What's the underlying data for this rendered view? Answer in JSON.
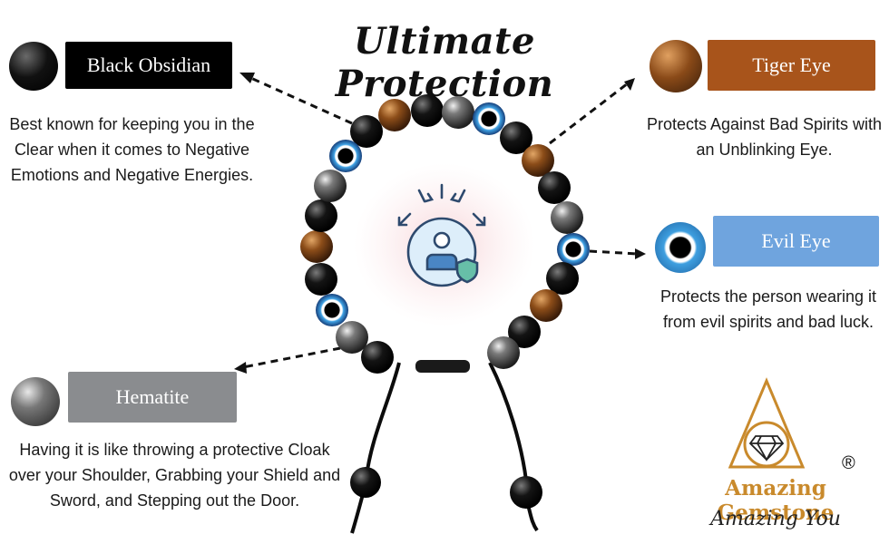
{
  "title": "Ultimate Protection",
  "stones": {
    "black_obsidian": {
      "name": "Black Obsidian",
      "description": "Best known for keeping you in the Clear when it comes to Negative Emotions and Negative Energies.",
      "color": "#000000"
    },
    "tiger_eye": {
      "name": "Tiger Eye",
      "description": "Protects Against Bad Spirits with an Unblinking Eye.",
      "color": "#a8541b"
    },
    "evil_eye": {
      "name": "Evil Eye",
      "description": "Protects the person wearing it from evil spirits and bad luck.",
      "color": "#6fa4de"
    },
    "hematite": {
      "name": "Hematite",
      "description": "Having it is like throwing a protective Cloak over your Shoulder, Grabbing your Shield and Sword, and Stepping out the Door.",
      "color": "#8a8c8f"
    }
  },
  "brand": {
    "name": "Amazing Gemstone",
    "tagline": "Amazing You",
    "registered_mark": "®",
    "accent_color": "#c98a2c"
  },
  "icons": [
    "shield-person-icon",
    "diamond-icon"
  ]
}
